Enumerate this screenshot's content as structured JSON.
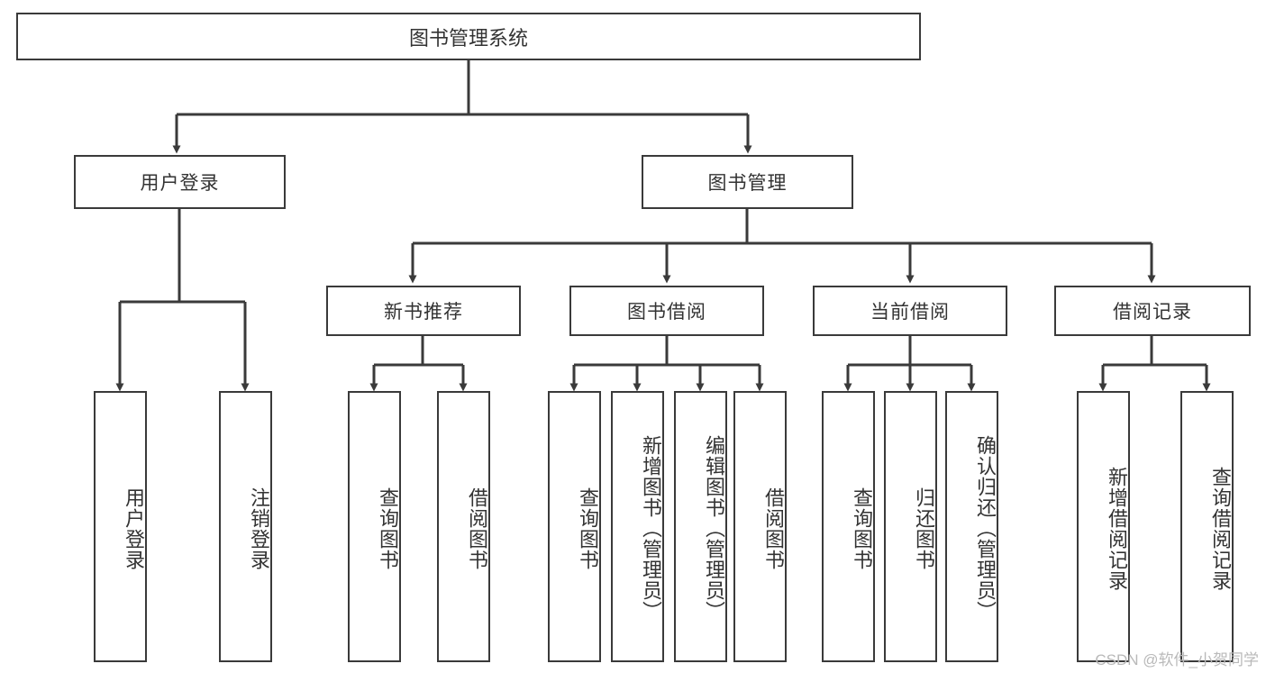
{
  "diagram": {
    "title": "图书管理系统",
    "type": "tree-hierarchy",
    "root": {
      "label": "图书管理系统"
    },
    "level2": [
      {
        "label": "用户登录"
      },
      {
        "label": "图书管理"
      }
    ],
    "level3": [
      {
        "label": "新书推荐"
      },
      {
        "label": "图书借阅"
      },
      {
        "label": "当前借阅"
      },
      {
        "label": "借阅记录"
      }
    ],
    "leaves": {
      "user_login": [
        {
          "label": "用户登录"
        },
        {
          "label": "注销登录"
        }
      ],
      "new_book_recommend": [
        {
          "label": "查询图书"
        },
        {
          "label": "借阅图书"
        }
      ],
      "book_borrow": [
        {
          "label": "查询图书"
        },
        {
          "label": "新增图书（管理员）"
        },
        {
          "label": "编辑图书（管理员）"
        },
        {
          "label": "借阅图书"
        }
      ],
      "current_borrow": [
        {
          "label": "查询图书"
        },
        {
          "label": "归还图书"
        },
        {
          "label": "确认归还（管理员）"
        }
      ],
      "borrow_record": [
        {
          "label": "新增借阅记录"
        },
        {
          "label": "查询借阅记录"
        }
      ]
    }
  },
  "watermark": {
    "text": "CSDN @软件_小贺同学"
  },
  "colors": {
    "border": "#3a3a3a",
    "text": "#333333",
    "background": "#ffffff",
    "watermark": "#b9b9b9"
  }
}
